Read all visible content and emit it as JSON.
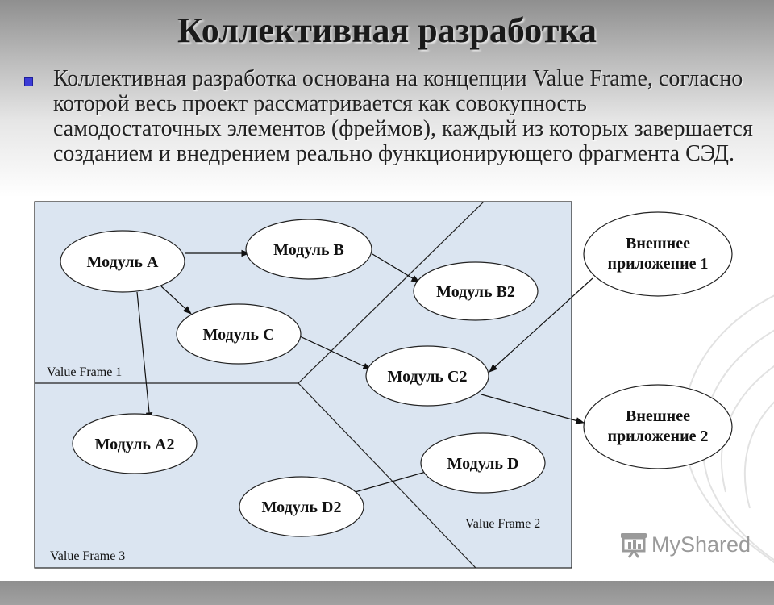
{
  "slide": {
    "title": "Коллективная разработка",
    "bullet": "Коллективная разработка основана на концепции Value Frame, согласно которой весь проект рассматривается как совокупность самодостаточных элементов (фреймов), каждый из которых завершается созданием и внедрением реально функционирующего фрагмента СЭД."
  },
  "diagram": {
    "nodes": {
      "module_a": "Модуль A",
      "module_b": "Модуль B",
      "module_b2": "Модуль B2",
      "module_c": "Модуль C",
      "module_c2": "Модуль C2",
      "module_a2": "Модуль A2",
      "module_d": "Модуль D",
      "module_d2": "Модуль D2",
      "ext1_line1": "Внешнее",
      "ext1_line2": "приложение 1",
      "ext2_line1": "Внешнее",
      "ext2_line2": "приложение 2"
    },
    "frames": {
      "frame1": "Value Frame 1",
      "frame2": "Value Frame 2",
      "frame3": "Value Frame 3"
    }
  },
  "watermark": {
    "text": "MyShared"
  }
}
